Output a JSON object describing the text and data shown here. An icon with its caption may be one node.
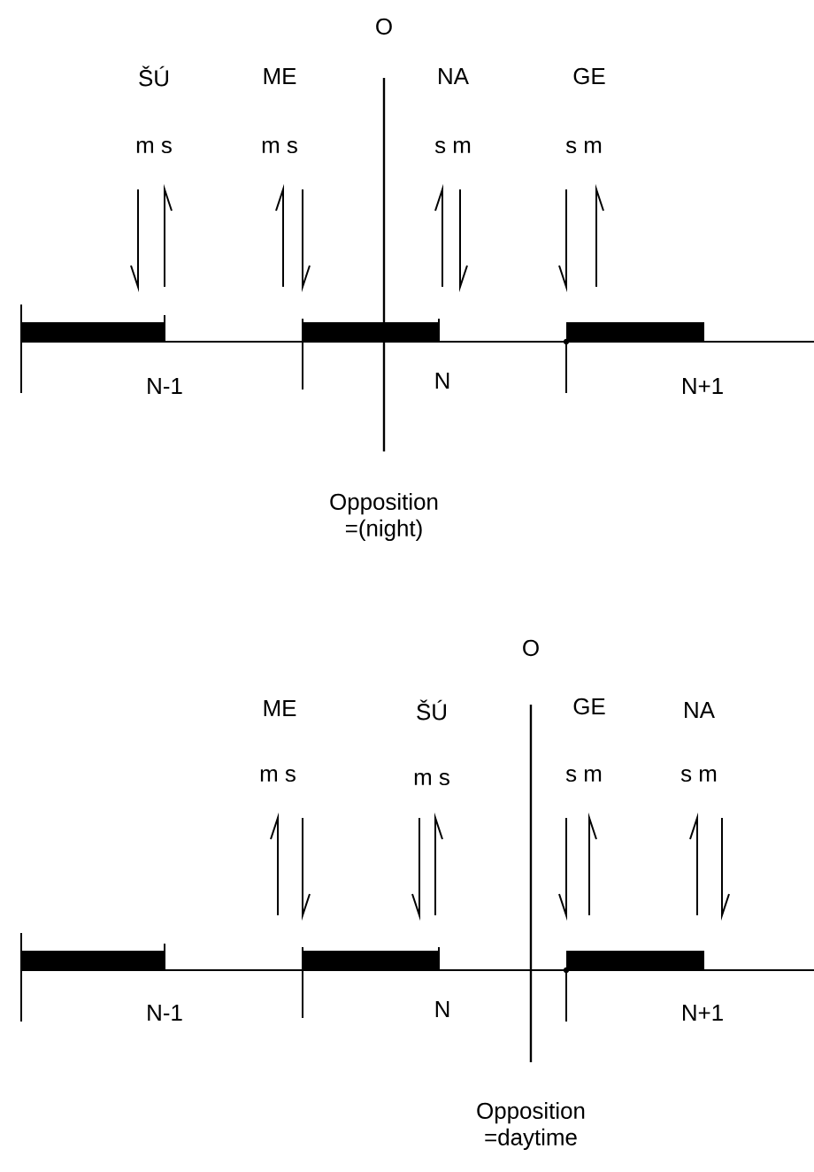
{
  "diagram": {
    "labels": [
      "O",
      "ŠÚ",
      "ME",
      "NA",
      "GE",
      "m s",
      "m s",
      "s m",
      "s m",
      "N-1",
      "N",
      "N+1",
      "Opposition =(night)",
      "O",
      "ME",
      "ŠÚ",
      "GE",
      "NA",
      "m s",
      "m s",
      "s m",
      "s m",
      "N-1",
      "N",
      "N+1",
      "Opposition =daytime"
    ]
  }
}
